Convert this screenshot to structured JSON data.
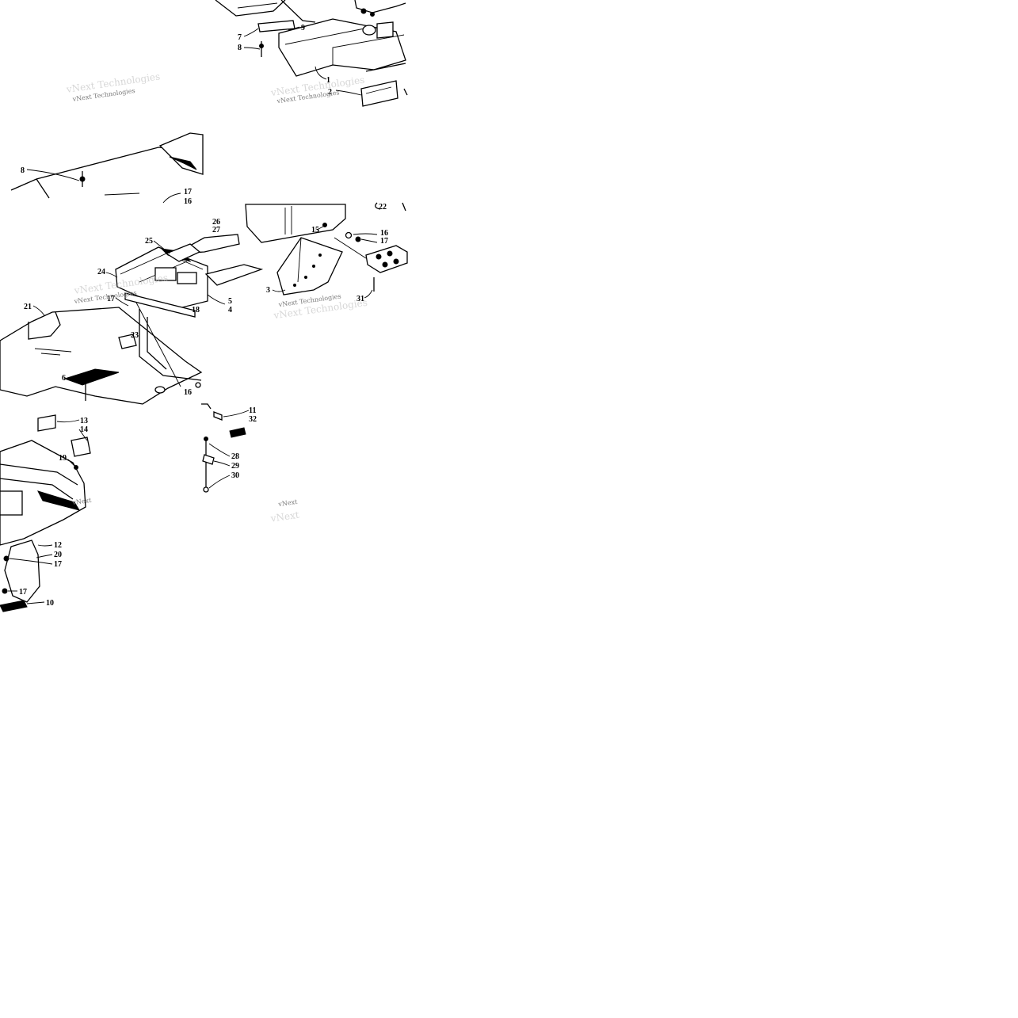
{
  "diagram": {
    "callouts": {
      "p1_7": "7",
      "p1_8": "8",
      "p1_9": "9",
      "p1_1": "1",
      "p1_2": "2",
      "p2_8": "8",
      "p2_17": "17",
      "p2_16": "16",
      "p3_22": "22",
      "p3_15": "15",
      "p3_16": "16",
      "p3_17": "17",
      "p3_26": "26",
      "p3_27": "27",
      "p3_25": "25",
      "p3_24": "24",
      "p3_5": "5",
      "p3_4": "4",
      "p3_18": "18",
      "p3_17b": "17",
      "p3_21": "21",
      "p3_23": "23",
      "p3_6": "6",
      "p3_16b": "16",
      "p3_3": "3",
      "p3_31": "31",
      "p4_13": "13",
      "p4_14": "14",
      "p4_19": "19",
      "p4_12": "12",
      "p4_20": "20",
      "p4_17": "17",
      "p4_17b": "17",
      "p4_10": "10",
      "p5_11": "11",
      "p5_32": "32",
      "p5_28": "28",
      "p5_29": "29",
      "p5_30": "30"
    },
    "watermarks": {
      "wm1": "vNext Technologies",
      "wm2": "vNext Technologies",
      "wm3": "vNext Technologies",
      "wm4": "vNext Technologies",
      "wm5": "vNext",
      "wm6": "vNext"
    }
  }
}
